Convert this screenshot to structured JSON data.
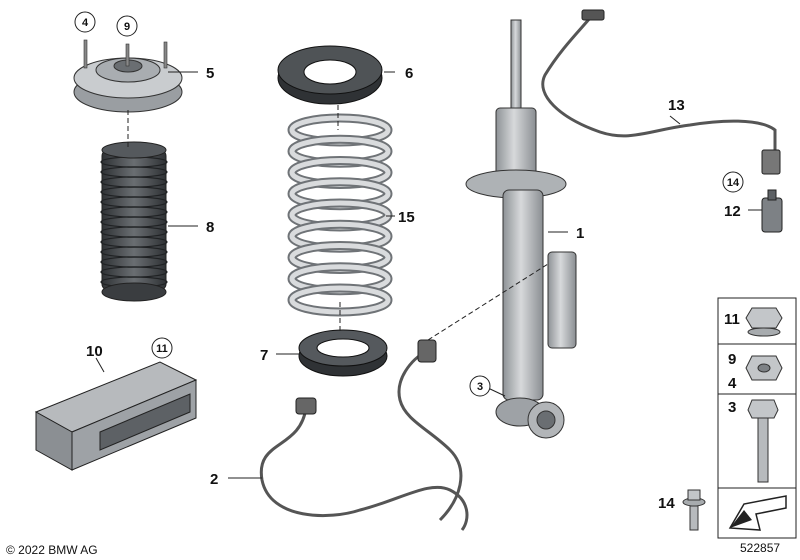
{
  "labels": {
    "n1": "1",
    "n2": "2",
    "n3": "3",
    "n4": "4",
    "n5": "5",
    "n6": "6",
    "n7": "7",
    "n8": "8",
    "n9": "9",
    "n10": "10",
    "n11": "11",
    "n12": "12",
    "n13": "13",
    "n14": "14",
    "n15": "15"
  },
  "legend": {
    "r1": "11",
    "r2a": "9",
    "r2b": "4",
    "r3": "3",
    "r4": "14"
  },
  "footer": {
    "copyright": "© 2022 BMW AG",
    "diagram_number": "522857"
  },
  "colors": {
    "metal": "#b9bcbf",
    "metal_dark": "#7d8185",
    "rubber": "#4a4d50",
    "line": "#222222"
  }
}
